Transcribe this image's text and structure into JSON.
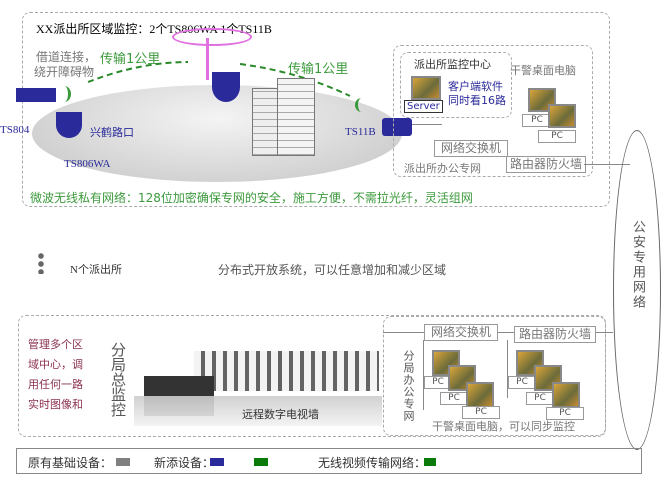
{
  "top": {
    "title": "XX派出所区域监控：2个TS806WA 1个TS11B",
    "bypass_note_1": "借道连接，",
    "bypass_note_2": "绕开障碍物",
    "transmit_left": "传输1公里",
    "transmit_right": "传输1公里",
    "label_ts804": "TS804",
    "label_road": "兴鹤路口",
    "label_ts806wa": "TS806WA",
    "label_ts11b": "TS11B",
    "center_title": "派出所监控中心",
    "client_1": "客户端软件",
    "client_2": "同时看16路",
    "server": "Server",
    "desktop": "干警桌面电脑",
    "pc": "PC",
    "switch": "网络交换机",
    "office_net": "派出所办公专网",
    "router": "路由器防火墙",
    "banner": "微波无线私有网络：128位加密确保专网的安全，施工方便，不需拉光纤，灵活组网"
  },
  "public_net": "公安专用网络",
  "middle": {
    "n_stations": "N个派出所",
    "distributed": "分布式开放系统，可以任意增加和减少区域"
  },
  "bottom": {
    "manage_1": "管理多个区",
    "manage_2": "域中心，调",
    "manage_3": "用任何一路",
    "manage_4": "实时图像和",
    "hq_monitor": "分局总监控",
    "tv_wall": "远程数字电视墙",
    "switch": "网络交换机",
    "router": "路由器防火墙",
    "office_net": "分局办公专网",
    "pc": "PC",
    "sync": "干警桌面电脑，可以同步监控"
  },
  "legend": {
    "existing": "原有基础设备：",
    "new": "新添设备：",
    "wireless": "无线视频传输网络：",
    "colors": {
      "existing": "#808080",
      "new": "#2a2a9a",
      "wireless": "#0a7a0a"
    }
  }
}
